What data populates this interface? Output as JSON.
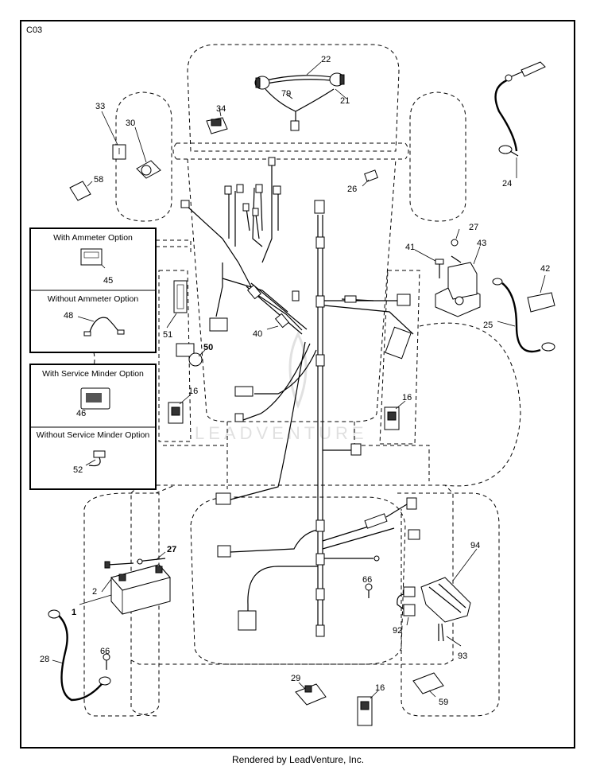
{
  "diagram_code": "C03",
  "watermark": "LEADVENTURE",
  "footer": "Rendered by LeadVenture, Inc.",
  "option_boxes": {
    "with_ammeter": "With Ammeter Option",
    "without_ammeter": "Without Ammeter Option",
    "with_service_minder": "With Service Minder Option",
    "without_service_minder": "Without Service Minder Option"
  },
  "callouts": {
    "c1": "1",
    "c2": "2",
    "c16a": "16",
    "c16b": "16",
    "c16c": "16",
    "c21": "21",
    "c22": "22",
    "c24": "24",
    "c25": "25",
    "c26": "26",
    "c27a": "27",
    "c27b": "27",
    "c28": "28",
    "c29": "29",
    "c30": "30",
    "c33": "33",
    "c34": "34",
    "c40": "40",
    "c41": "41",
    "c42": "42",
    "c43": "43",
    "c45": "45",
    "c46": "46",
    "c48": "48",
    "c50": "50",
    "c51": "51",
    "c52": "52",
    "c58": "58",
    "c59": "59",
    "c66a": "66",
    "c66b": "66",
    "c79": "79",
    "c92": "92",
    "c93": "93",
    "c94": "94"
  }
}
